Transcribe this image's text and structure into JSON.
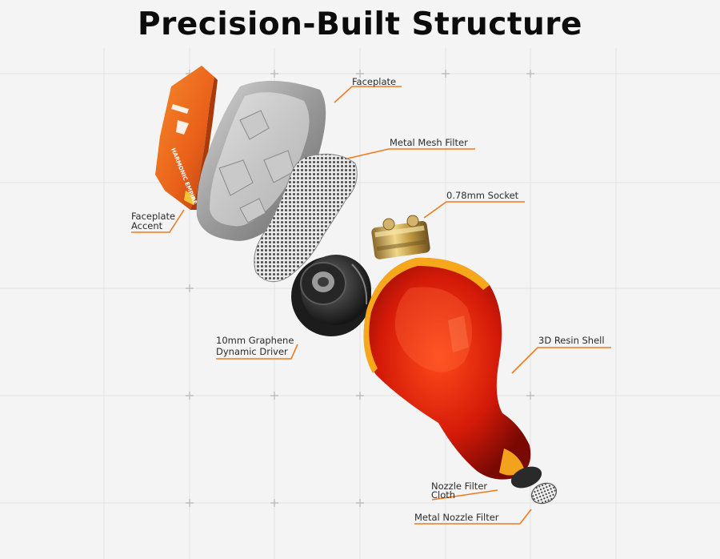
{
  "title": "Precision-Built Structure",
  "labels": {
    "faceplate": "Faceplate",
    "metal_mesh_filter": "Metal Mesh Filter",
    "socket": "0.78mm Socket",
    "faceplate_accent_line1": "Faceplate",
    "faceplate_accent_line2": "Accent",
    "driver_line1": "10mm Graphene",
    "driver_line2": "Dynamic Driver",
    "resin_shell": "3D Resin Shell",
    "nozzle_cloth_line1": "Nozzle Filter",
    "nozzle_cloth_line2": "Cloth",
    "metal_nozzle_filter": "Metal Nozzle Filter"
  },
  "accent_brand_text": "HARMONIC EMPIRE",
  "colors": {
    "leader_line": "#f07a1e",
    "shell_red": "#d81a0a",
    "faceplate_orange": "#ee6a1a",
    "grid": "#dcdcdc"
  }
}
